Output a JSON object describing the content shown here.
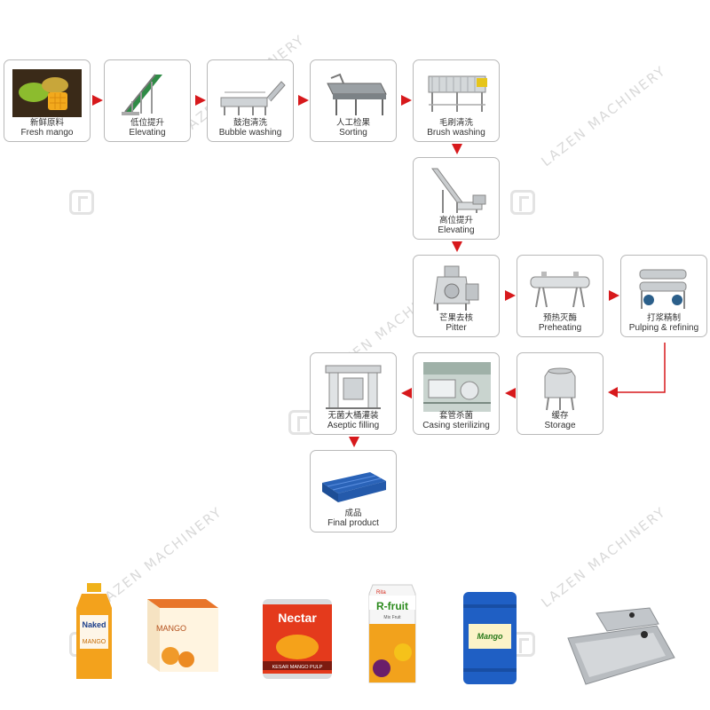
{
  "watermark": "LAZEN MACHINERY",
  "colors": {
    "arrow": "#d7191c",
    "box_border": "#b9b9b9",
    "text": "#333333"
  },
  "steps": [
    {
      "id": "fresh-mango",
      "cn": "新鲜原料",
      "en": "Fresh mango"
    },
    {
      "id": "elevating-low",
      "cn": "低位提升",
      "en": "Elevating"
    },
    {
      "id": "bubble-washing",
      "cn": "鼓泡清洗",
      "en": "Bubble washing"
    },
    {
      "id": "sorting",
      "cn": "人工检果",
      "en": "Sorting"
    },
    {
      "id": "brush-washing",
      "cn": "毛刷清洗",
      "en": "Brush washing"
    },
    {
      "id": "elevating-high",
      "cn": "高位提升",
      "en": "Elevating"
    },
    {
      "id": "pitter",
      "cn": "芒果去核",
      "en": "Pitter"
    },
    {
      "id": "preheating",
      "cn": "预热灭酶",
      "en": "Preheating"
    },
    {
      "id": "pulping",
      "cn": "打浆精制",
      "en": "Pulping & refining"
    },
    {
      "id": "storage",
      "cn": "缓存",
      "en": "Storage"
    },
    {
      "id": "sterilizing",
      "cn": "套管杀菌",
      "en": "Casing sterilizing"
    },
    {
      "id": "aseptic",
      "cn": "无菌大桶灌装",
      "en": "Aseptic filling"
    },
    {
      "id": "final",
      "cn": "成品",
      "en": "Final product"
    }
  ],
  "products": {
    "bottle_brand": "Naked",
    "bottle_label": "MANGO",
    "box_label": "MANGO",
    "can_brand": "Nectar",
    "can_label": "KESAR MANGO PULP",
    "carton_brand": "Rita",
    "carton_label": "R-fruit",
    "carton_sub": "Mix Fruit",
    "drum_label": "Mango"
  }
}
